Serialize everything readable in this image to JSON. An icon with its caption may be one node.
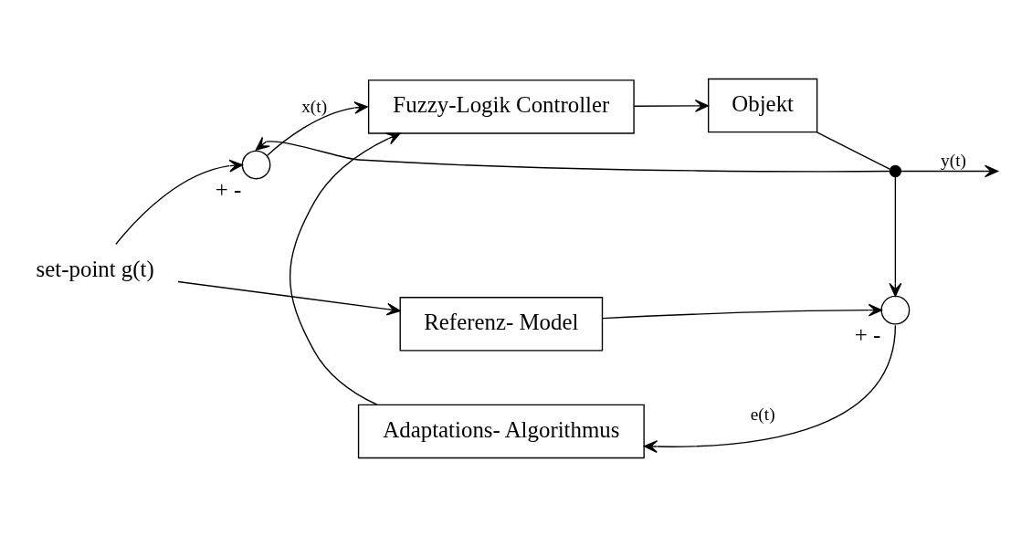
{
  "diagram": {
    "nodes": [
      {
        "text": [
          "set-point g(t)"
        ]
      },
      {
        "text": [],
        "shape": "circle",
        "beside": [
          "+",
          "-"
        ]
      },
      {
        "text": [
          "Fuzzy-Logik Controller"
        ]
      },
      {
        "text": [
          "Objekt"
        ]
      },
      {
        "text": [],
        "shape": "dot"
      },
      {
        "text": [
          "Referenz- Model"
        ]
      },
      {
        "text": [],
        "shape": "circle",
        "beside": [
          "+",
          "-"
        ]
      },
      {
        "text": [
          "Adaptations- Algorithmus"
        ]
      }
    ],
    "edges": [
      {
        "from": 0,
        "to": 1,
        "arrow": "to"
      },
      {
        "from": 0,
        "to": 5,
        "arrow": "to"
      },
      {
        "from": 1,
        "to": 2,
        "arrow": "to",
        "label": "x(t)"
      },
      {
        "from": 2,
        "to": 3,
        "arrow": "to"
      },
      {
        "from": 3,
        "to": 4,
        "arrow": "none"
      },
      {
        "from": 4,
        "to": null,
        "arrow": "to",
        "label": "y(t)"
      },
      {
        "from": 4,
        "to": 1,
        "arrow": "to"
      },
      {
        "from": 4,
        "to": 6,
        "arrow": "to"
      },
      {
        "from": 5,
        "to": 6,
        "arrow": "to"
      },
      {
        "from": 6,
        "to": 7,
        "arrow": "to",
        "label": "e(t)"
      },
      {
        "from": 7,
        "to": 2,
        "arrow": "to"
      }
    ]
  }
}
